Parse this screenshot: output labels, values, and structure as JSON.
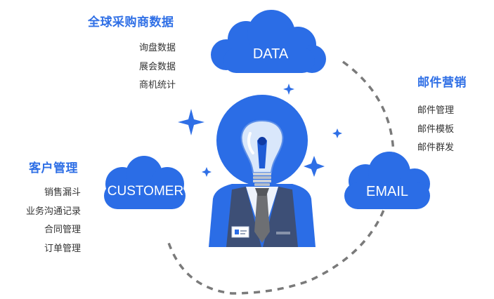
{
  "data_cloud": {
    "label": "DATA"
  },
  "customer_cloud": {
    "label": "CUSTOMER"
  },
  "email_cloud": {
    "label": "EMAIL"
  },
  "procurement": {
    "title": "全球采购商数据",
    "items": [
      "询盘数据",
      "展会数据",
      "商机统计"
    ]
  },
  "email_marketing": {
    "title": "邮件营销",
    "items": [
      "邮件管理",
      "邮件模板",
      "邮件群发"
    ]
  },
  "customer_management": {
    "title": "客户管理",
    "items": [
      "销售漏斗",
      "业务沟通记录",
      "合同管理",
      "订单管理"
    ]
  },
  "colors": {
    "primary_blue": "#2f6fe6",
    "cloud_blue": "#2b6de6",
    "suit_blue": "#3d4f76",
    "dashed_gray": "#7a7a7a"
  }
}
